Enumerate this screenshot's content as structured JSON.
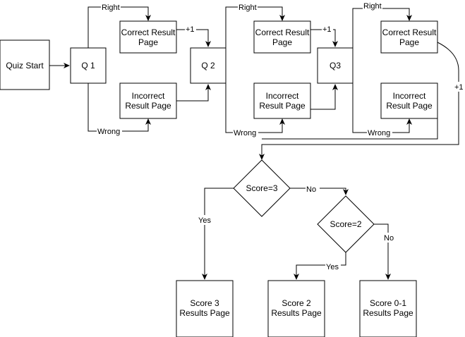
{
  "nodes": {
    "quiz_start": "Quiz Start",
    "q1": "Q 1",
    "q2": "Q 2",
    "q3": "Q3",
    "correct1": [
      "Correct Result",
      "Page"
    ],
    "incorrect1": [
      "Incorrect",
      "Result Page"
    ],
    "correct2": [
      "Correct Result",
      "Page"
    ],
    "incorrect2": [
      "Incorrect",
      "Result Page"
    ],
    "correct3": [
      "Correct Result",
      "Page"
    ],
    "incorrect3": [
      "Incorrect",
      "Result Page"
    ],
    "score3_decision": "Score=3",
    "score2_decision": "Score=2",
    "score3_page": [
      "Score 3",
      "Results Page"
    ],
    "score2_page": [
      "Score 2",
      "Results Page"
    ],
    "score01_page": [
      "Score 0-1",
      "Results Page"
    ]
  },
  "edges": {
    "right1": "Right",
    "wrong1": "Wrong",
    "plus1_a": "+1",
    "right2": "Right",
    "wrong2": "Wrong",
    "plus1_b": "+1",
    "right3": "Right",
    "wrong3": "Wrong",
    "plus1_c": "+1",
    "yes1": "Yes",
    "no1": "No",
    "yes2": "Yes",
    "no2": "No"
  },
  "colors": {
    "stroke": "#000000",
    "fill": "#ffffff"
  }
}
